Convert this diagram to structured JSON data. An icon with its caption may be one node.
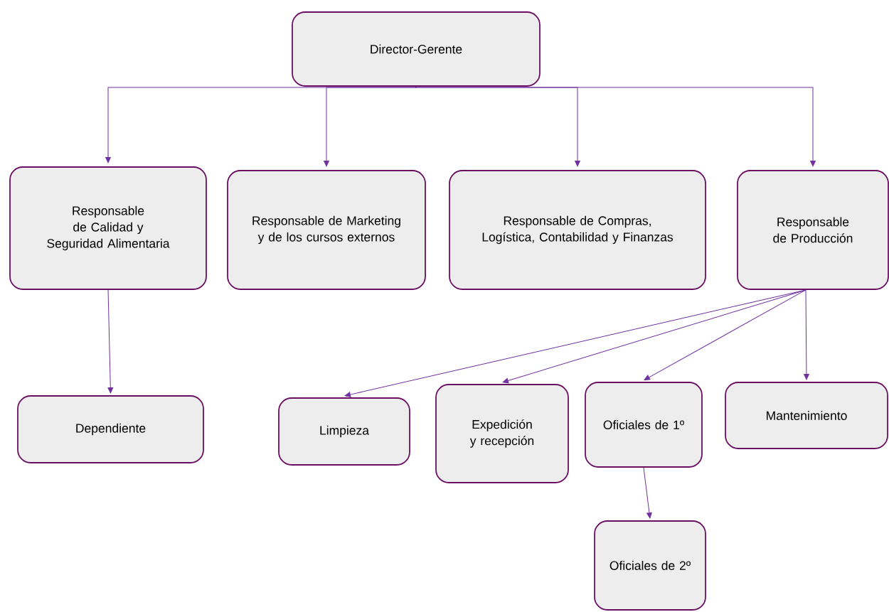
{
  "diagram": {
    "nodes": [
      {
        "text": [
          "Director-Gerente"
        ]
      },
      {
        "text": [
          "Responsable de Calidad y Seguridad Alimentaria"
        ]
      },
      {
        "text": [
          "Responsable de Marketing y de los cursos externos"
        ]
      },
      {
        "text": [
          "Responsable de Compras, Logística, Contabilidad y Finanzas"
        ]
      },
      {
        "text": [
          "Responsable de Producción"
        ]
      },
      {
        "text": [
          "Dependiente"
        ]
      },
      {
        "text": [
          "Limpieza"
        ]
      },
      {
        "text": [
          "Expedición y recepción"
        ]
      },
      {
        "text": [
          "Oficiales de 1º"
        ]
      },
      {
        "text": [
          "Mantenimiento"
        ]
      },
      {
        "text": [
          "Oficiales de 2º"
        ]
      }
    ],
    "edges": [
      {
        "from": 0,
        "to": 1,
        "arrow": "to"
      },
      {
        "from": 0,
        "to": 2,
        "arrow": "to"
      },
      {
        "from": 0,
        "to": 3,
        "arrow": "to"
      },
      {
        "from": 0,
        "to": 4,
        "arrow": "to"
      },
      {
        "from": 1,
        "to": 5,
        "arrow": "to"
      },
      {
        "from": 4,
        "to": 6,
        "arrow": "to"
      },
      {
        "from": 4,
        "to": 7,
        "arrow": "to"
      },
      {
        "from": 4,
        "to": 8,
        "arrow": "to"
      },
      {
        "from": 4,
        "to": 9,
        "arrow": "to"
      },
      {
        "from": 8,
        "to": 10,
        "arrow": "to"
      }
    ]
  }
}
